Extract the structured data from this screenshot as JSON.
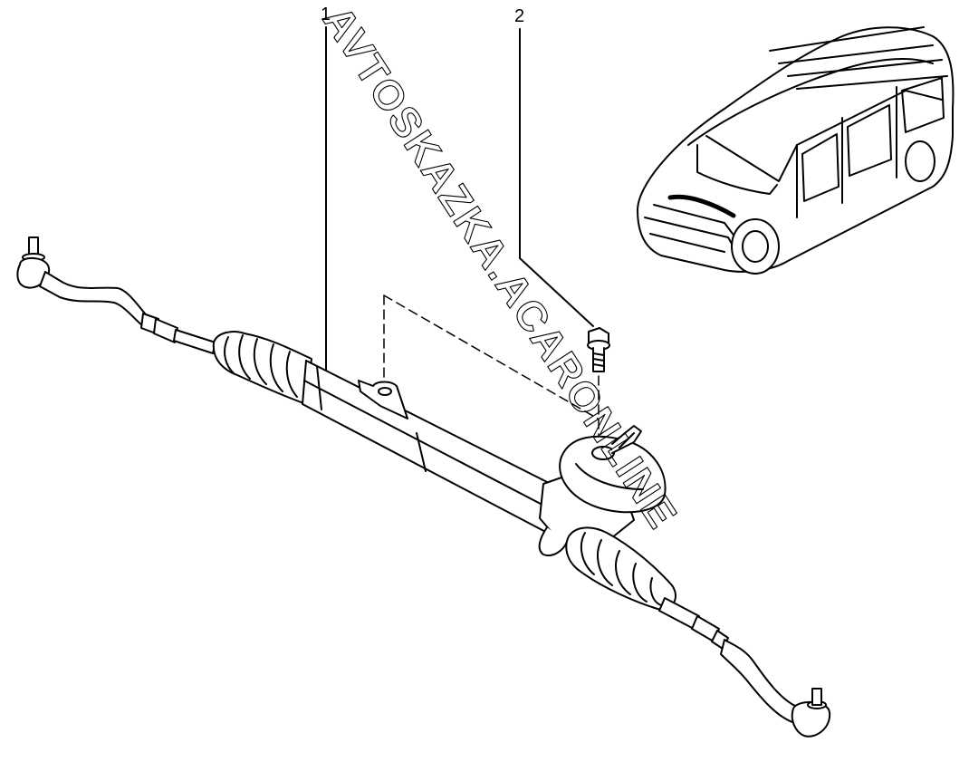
{
  "callouts": [
    {
      "number": "1",
      "part": "steering rack assembly"
    },
    {
      "number": "2",
      "part": "mounting bolt"
    }
  ],
  "watermark": "AVTOSKAZKA.ACARONLINE",
  "colors": {
    "line": "#000000",
    "background": "#ffffff"
  },
  "icons": [
    "steering-rack-drawing",
    "mounting-bolt-drawing",
    "vehicle-locator-drawing"
  ]
}
